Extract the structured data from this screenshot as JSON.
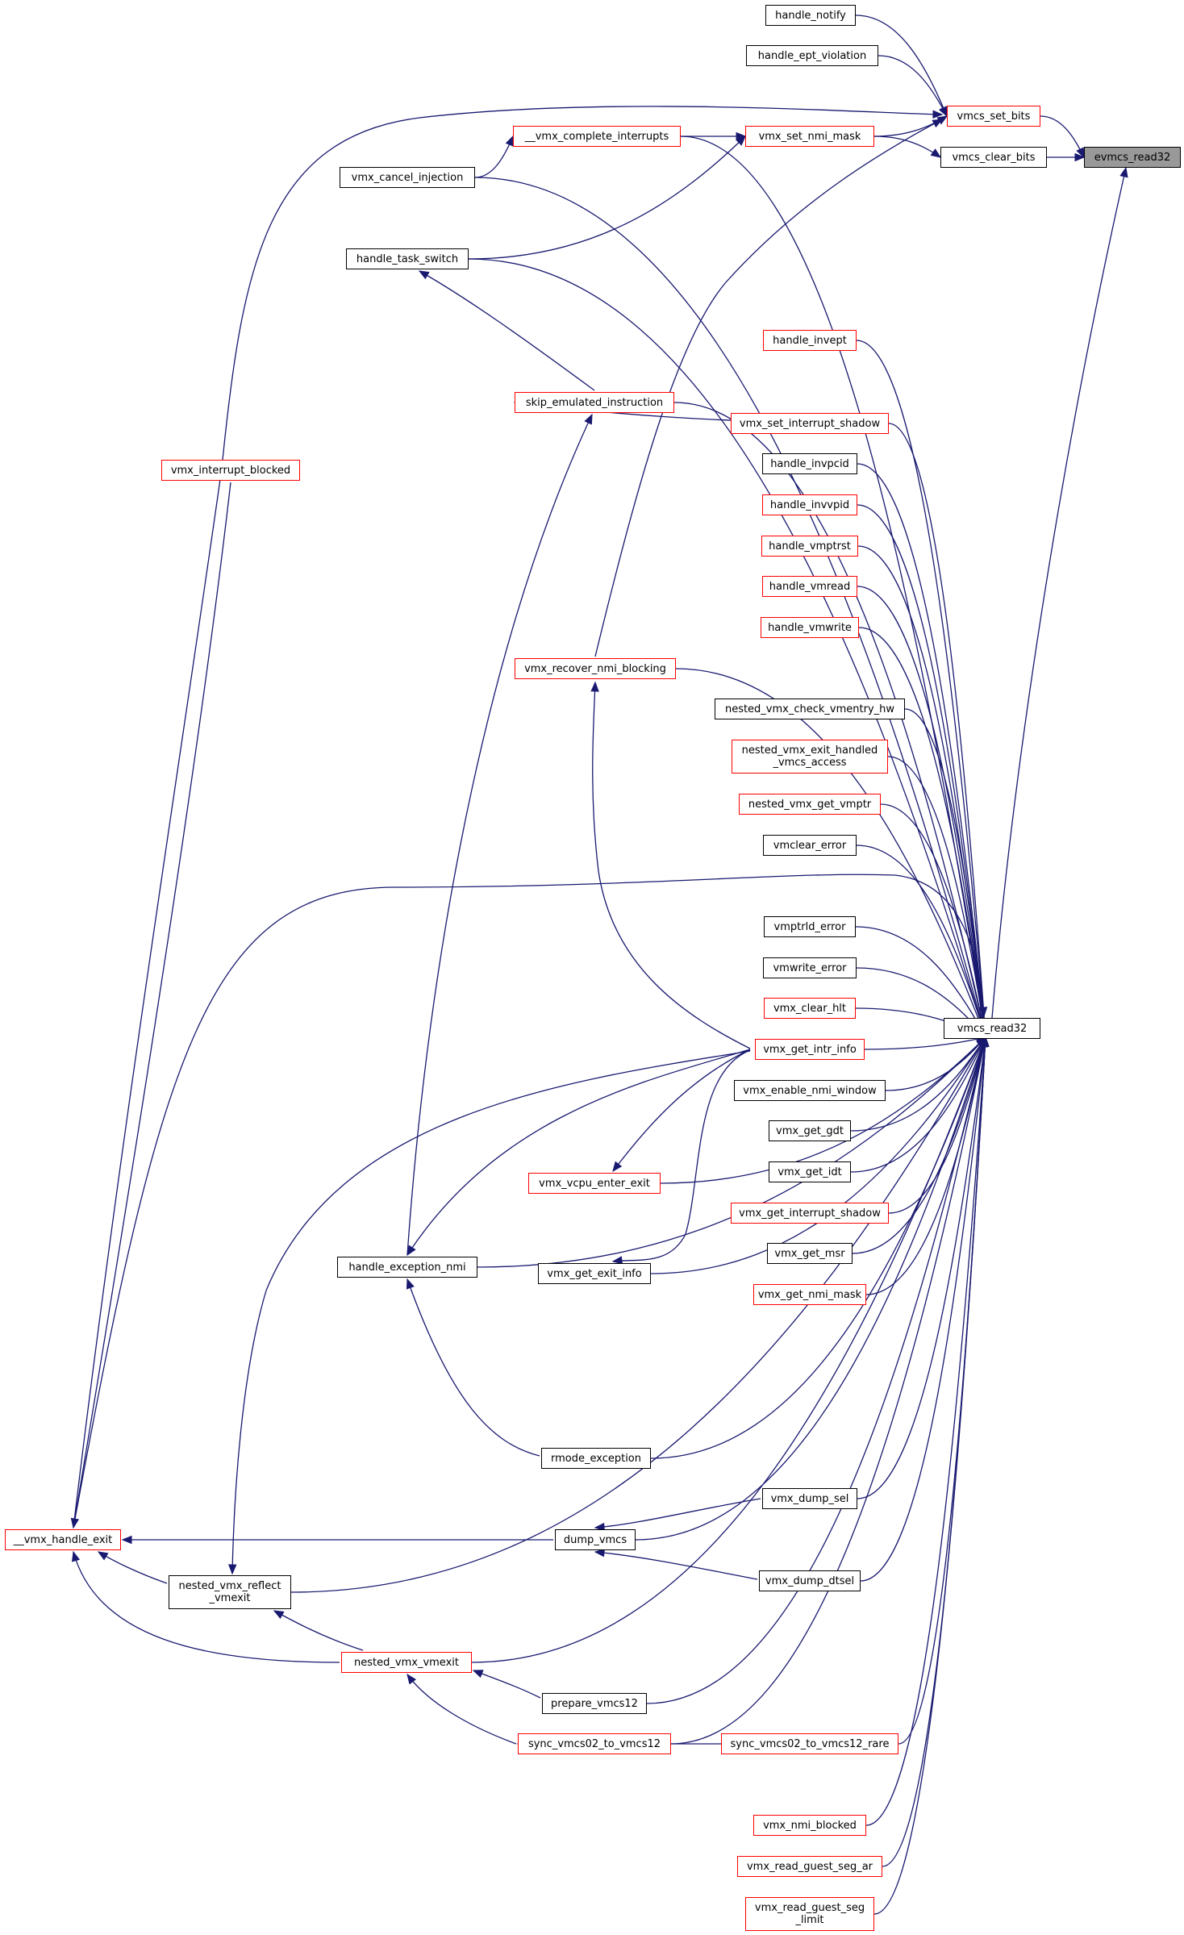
{
  "graph": {
    "root": "evmcs_read32",
    "edge_color": "#191970",
    "node_border_default": "#000000",
    "node_border_incomplete": "#ff0000",
    "root_fill": "#999999",
    "nodes": [
      {
        "id": "evmcs_read32",
        "label": "evmcs_read32",
        "style": "root"
      },
      {
        "id": "vmcs_set_bits",
        "label": "vmcs_set_bits",
        "style": "red"
      },
      {
        "id": "vmcs_clear_bits",
        "label": "vmcs_clear_bits",
        "style": "black"
      },
      {
        "id": "vmcs_read32",
        "label": "vmcs_read32",
        "style": "black"
      },
      {
        "id": "handle_notify",
        "label": "handle_notify",
        "style": "black"
      },
      {
        "id": "handle_ept_violation",
        "label": "handle_ept_violation",
        "style": "black"
      },
      {
        "id": "vmx_set_nmi_mask",
        "label": "vmx_set_nmi_mask",
        "style": "red"
      },
      {
        "id": "__vmx_complete_interrupts",
        "label": "__vmx_complete_interrupts",
        "style": "red"
      },
      {
        "id": "vmx_cancel_injection",
        "label": "vmx_cancel_injection",
        "style": "black"
      },
      {
        "id": "handle_task_switch",
        "label": "handle_task_switch",
        "style": "black"
      },
      {
        "id": "handle_invept",
        "label": "handle_invept",
        "style": "red"
      },
      {
        "id": "skip_emulated_instruction",
        "label": "skip_emulated_instruction",
        "style": "red"
      },
      {
        "id": "vmx_set_interrupt_shadow",
        "label": "vmx_set_interrupt_shadow",
        "style": "red"
      },
      {
        "id": "handle_invpcid",
        "label": "handle_invpcid",
        "style": "black"
      },
      {
        "id": "handle_invvpid",
        "label": "handle_invvpid",
        "style": "red"
      },
      {
        "id": "handle_vmptrst",
        "label": "handle_vmptrst",
        "style": "red"
      },
      {
        "id": "handle_vmread",
        "label": "handle_vmread",
        "style": "red"
      },
      {
        "id": "handle_vmwrite",
        "label": "handle_vmwrite",
        "style": "red"
      },
      {
        "id": "vmx_recover_nmi_blocking",
        "label": "vmx_recover_nmi_blocking",
        "style": "red"
      },
      {
        "id": "nested_vmx_check_vmentry_hw",
        "label": "nested_vmx_check_vmentry_hw",
        "style": "black"
      },
      {
        "id": "nested_vmx_exit_handled_vmcs_access",
        "label": "nested_vmx_exit_handled\n_vmcs_access",
        "style": "red"
      },
      {
        "id": "nested_vmx_get_vmptr",
        "label": "nested_vmx_get_vmptr",
        "style": "red"
      },
      {
        "id": "vmclear_error",
        "label": "vmclear_error",
        "style": "black"
      },
      {
        "id": "vmptrld_error",
        "label": "vmptrld_error",
        "style": "black"
      },
      {
        "id": "vmwrite_error",
        "label": "vmwrite_error",
        "style": "black"
      },
      {
        "id": "vmx_clear_hlt",
        "label": "vmx_clear_hlt",
        "style": "red"
      },
      {
        "id": "vmx_get_intr_info",
        "label": "vmx_get_intr_info",
        "style": "red"
      },
      {
        "id": "vmx_enable_nmi_window",
        "label": "vmx_enable_nmi_window",
        "style": "black"
      },
      {
        "id": "vmx_get_gdt",
        "label": "vmx_get_gdt",
        "style": "black"
      },
      {
        "id": "vmx_get_idt",
        "label": "vmx_get_idt",
        "style": "black"
      },
      {
        "id": "vmx_get_interrupt_shadow",
        "label": "vmx_get_interrupt_shadow",
        "style": "red"
      },
      {
        "id": "vmx_get_msr",
        "label": "vmx_get_msr",
        "style": "black"
      },
      {
        "id": "vmx_get_nmi_mask",
        "label": "vmx_get_nmi_mask",
        "style": "red"
      },
      {
        "id": "vmx_interrupt_blocked",
        "label": "vmx_interrupt_blocked",
        "style": "red"
      },
      {
        "id": "vmx_vcpu_enter_exit",
        "label": "vmx_vcpu_enter_exit",
        "style": "red"
      },
      {
        "id": "handle_exception_nmi",
        "label": "handle_exception_nmi",
        "style": "black"
      },
      {
        "id": "vmx_get_exit_info",
        "label": "vmx_get_exit_info",
        "style": "black"
      },
      {
        "id": "rmode_exception",
        "label": "rmode_exception",
        "style": "black"
      },
      {
        "id": "vmx_dump_sel",
        "label": "vmx_dump_sel",
        "style": "black"
      },
      {
        "id": "__vmx_handle_exit",
        "label": "__vmx_handle_exit",
        "style": "red"
      },
      {
        "id": "dump_vmcs",
        "label": "dump_vmcs",
        "style": "black"
      },
      {
        "id": "vmx_dump_dtsel",
        "label": "vmx_dump_dtsel",
        "style": "black"
      },
      {
        "id": "nested_vmx_reflect_vmexit",
        "label": "nested_vmx_reflect\n_vmexit",
        "style": "black"
      },
      {
        "id": "nested_vmx_vmexit",
        "label": "nested_vmx_vmexit",
        "style": "red"
      },
      {
        "id": "prepare_vmcs12",
        "label": "prepare_vmcs12",
        "style": "black"
      },
      {
        "id": "sync_vmcs02_to_vmcs12",
        "label": "sync_vmcs02_to_vmcs12",
        "style": "red"
      },
      {
        "id": "sync_vmcs02_to_vmcs12_rare",
        "label": "sync_vmcs02_to_vmcs12_rare",
        "style": "red"
      },
      {
        "id": "vmx_nmi_blocked",
        "label": "vmx_nmi_blocked",
        "style": "red"
      },
      {
        "id": "vmx_read_guest_seg_ar",
        "label": "vmx_read_guest_seg_ar",
        "style": "red"
      },
      {
        "id": "vmx_read_guest_seg_limit",
        "label": "vmx_read_guest_seg\n_limit",
        "style": "red"
      }
    ],
    "edges": [
      [
        "vmcs_set_bits",
        "evmcs_read32"
      ],
      [
        "vmcs_clear_bits",
        "evmcs_read32"
      ],
      [
        "vmcs_read32",
        "evmcs_read32"
      ],
      [
        "handle_notify",
        "vmcs_set_bits"
      ],
      [
        "handle_ept_violation",
        "vmcs_set_bits"
      ],
      [
        "vmx_set_nmi_mask",
        "vmcs_set_bits"
      ],
      [
        "vmx_set_nmi_mask",
        "vmcs_clear_bits"
      ],
      [
        "vmx_recover_nmi_blocking",
        "vmcs_set_bits"
      ],
      [
        "__vmx_handle_exit",
        "vmcs_set_bits"
      ],
      [
        "__vmx_complete_interrupts",
        "vmx_set_nmi_mask"
      ],
      [
        "handle_task_switch",
        "vmx_set_nmi_mask"
      ],
      [
        "vmx_cancel_injection",
        "__vmx_complete_interrupts"
      ],
      [
        "skip_emulated_instruction",
        "handle_task_switch"
      ],
      [
        "vmx_set_interrupt_shadow",
        "skip_emulated_instruction"
      ],
      [
        "handle_exception_nmi",
        "skip_emulated_instruction"
      ],
      [
        "vmx_interrupt_blocked",
        "__vmx_handle_exit"
      ],
      [
        "vmx_get_intr_info",
        "vmx_recover_nmi_blocking"
      ],
      [
        "vmx_get_intr_info",
        "vmx_vcpu_enter_exit"
      ],
      [
        "vmx_get_intr_info",
        "handle_exception_nmi"
      ],
      [
        "vmx_get_intr_info",
        "vmx_get_exit_info"
      ],
      [
        "vmx_get_intr_info",
        "nested_vmx_reflect_vmexit"
      ],
      [
        "rmode_exception",
        "handle_exception_nmi"
      ],
      [
        "vmx_dump_sel",
        "dump_vmcs"
      ],
      [
        "vmx_dump_dtsel",
        "dump_vmcs"
      ],
      [
        "dump_vmcs",
        "__vmx_handle_exit"
      ],
      [
        "nested_vmx_reflect_vmexit",
        "__vmx_handle_exit"
      ],
      [
        "nested_vmx_vmexit",
        "__vmx_handle_exit"
      ],
      [
        "nested_vmx_vmexit",
        "nested_vmx_reflect_vmexit"
      ],
      [
        "prepare_vmcs12",
        "nested_vmx_vmexit"
      ],
      [
        "sync_vmcs02_to_vmcs12",
        "nested_vmx_vmexit"
      ],
      [
        "sync_vmcs02_to_vmcs12_rare",
        "sync_vmcs02_to_vmcs12"
      ],
      [
        "__vmx_complete_interrupts",
        "vmcs_read32"
      ],
      [
        "vmx_cancel_injection",
        "vmcs_read32"
      ],
      [
        "handle_task_switch",
        "vmcs_read32"
      ],
      [
        "handle_invept",
        "vmcs_read32"
      ],
      [
        "skip_emulated_instruction",
        "vmcs_read32"
      ],
      [
        "vmx_set_interrupt_shadow",
        "vmcs_read32"
      ],
      [
        "handle_invpcid",
        "vmcs_read32"
      ],
      [
        "handle_invvpid",
        "vmcs_read32"
      ],
      [
        "handle_vmptrst",
        "vmcs_read32"
      ],
      [
        "handle_vmread",
        "vmcs_read32"
      ],
      [
        "handle_vmwrite",
        "vmcs_read32"
      ],
      [
        "vmx_recover_nmi_blocking",
        "vmcs_read32"
      ],
      [
        "nested_vmx_check_vmentry_hw",
        "vmcs_read32"
      ],
      [
        "nested_vmx_exit_handled_vmcs_access",
        "vmcs_read32"
      ],
      [
        "nested_vmx_get_vmptr",
        "vmcs_read32"
      ],
      [
        "vmclear_error",
        "vmcs_read32"
      ],
      [
        "__vmx_handle_exit",
        "vmcs_read32"
      ],
      [
        "vmptrld_error",
        "vmcs_read32"
      ],
      [
        "vmwrite_error",
        "vmcs_read32"
      ],
      [
        "vmx_clear_hlt",
        "vmcs_read32"
      ],
      [
        "vmx_get_intr_info",
        "vmcs_read32"
      ],
      [
        "vmx_enable_nmi_window",
        "vmcs_read32"
      ],
      [
        "vmx_get_gdt",
        "vmcs_read32"
      ],
      [
        "vmx_get_idt",
        "vmcs_read32"
      ],
      [
        "vmx_get_interrupt_shadow",
        "vmcs_read32"
      ],
      [
        "vmx_get_msr",
        "vmcs_read32"
      ],
      [
        "vmx_get_nmi_mask",
        "vmcs_read32"
      ],
      [
        "vmx_vcpu_enter_exit",
        "vmcs_read32"
      ],
      [
        "vmx_get_exit_info",
        "vmcs_read32"
      ],
      [
        "handle_exception_nmi",
        "vmcs_read32"
      ],
      [
        "rmode_exception",
        "vmcs_read32"
      ],
      [
        "vmx_dump_sel",
        "vmcs_read32"
      ],
      [
        "dump_vmcs",
        "vmcs_read32"
      ],
      [
        "vmx_dump_dtsel",
        "vmcs_read32"
      ],
      [
        "nested_vmx_reflect_vmexit",
        "vmcs_read32"
      ],
      [
        "nested_vmx_vmexit",
        "vmcs_read32"
      ],
      [
        "prepare_vmcs12",
        "vmcs_read32"
      ],
      [
        "sync_vmcs02_to_vmcs12_rare",
        "vmcs_read32"
      ],
      [
        "sync_vmcs02_to_vmcs12",
        "vmcs_read32"
      ],
      [
        "vmx_nmi_blocked",
        "vmcs_read32"
      ],
      [
        "vmx_read_guest_seg_ar",
        "vmcs_read32"
      ],
      [
        "vmx_read_guest_seg_limit",
        "vmcs_read32"
      ]
    ]
  }
}
